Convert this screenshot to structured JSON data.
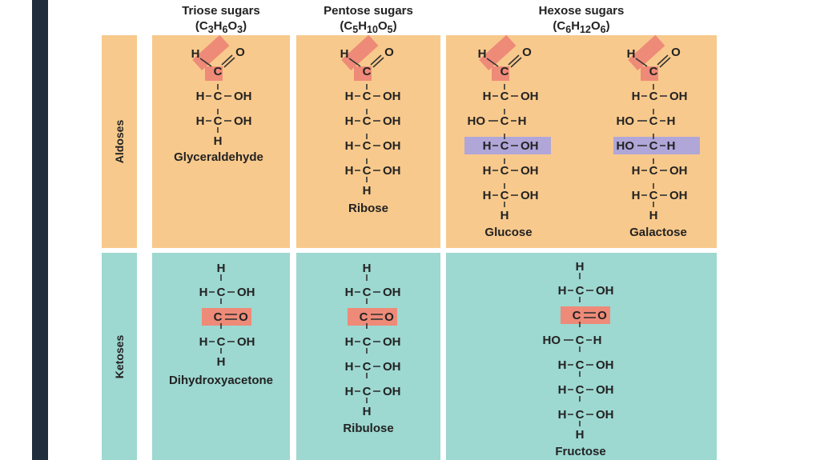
{
  "headers": [
    {
      "title": "Triose sugars",
      "formula": "(C3H6O3)"
    },
    {
      "title": "Pentose sugars",
      "formula": "(C5H10O5)"
    },
    {
      "title": "Hexose sugars",
      "formula": "(C6H12O6)"
    }
  ],
  "rows": {
    "aldoses": "Aldoses",
    "ketoses": "Ketoses"
  },
  "atoms": {
    "H": "H",
    "C": "C",
    "O": "O",
    "OH": "OH",
    "HO": "HO"
  },
  "names": {
    "glyceraldehyde": "Glyceraldehyde",
    "ribose": "Ribose",
    "glucose": "Glucose",
    "galactose": "Galactose",
    "dihydroxyacetone": "Dihydroxyacetone",
    "ribulose": "Ribulose",
    "fructose": "Fructose"
  },
  "colors": {
    "aldose_bg": "#f8c98c",
    "ketose_bg": "#9dd8d1",
    "carbonyl_highlight": "#ee8a78",
    "isomer_highlight": "#b0a6d8",
    "sidebar": "#1f2d3d"
  }
}
